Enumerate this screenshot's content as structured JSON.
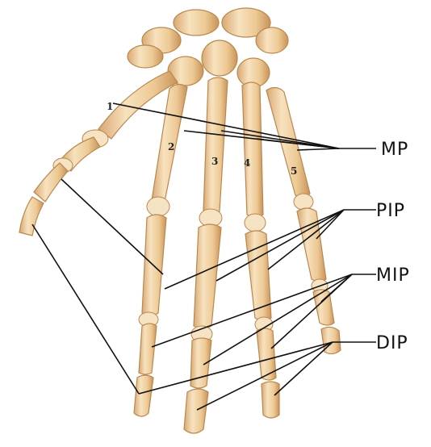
{
  "labels": {
    "mp": "MP",
    "pip": "PIP",
    "mip": "MIP",
    "dip": "DIP"
  },
  "digits": {
    "d1": "1",
    "d2": "2",
    "d3": "3",
    "d4": "4",
    "d5": "5"
  },
  "colors": {
    "bone_light": "#f7e2bf",
    "bone_mid": "#edc994",
    "bone_shadow": "#d9a871",
    "outline": "#b9884f",
    "leader": "#111111"
  }
}
